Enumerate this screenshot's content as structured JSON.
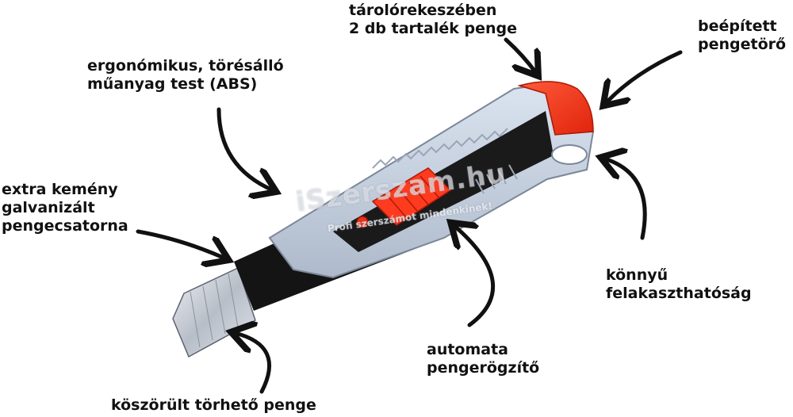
{
  "labels": {
    "storage": {
      "line1": "tárolórekeszében",
      "line2": "2 db tartalék penge"
    },
    "breaker": {
      "line1": "beépített",
      "line2": "pengetörő"
    },
    "body": {
      "line1": "ergonómikus, törésálló",
      "line2": "műanyag test (ABS)"
    },
    "channel": {
      "line1": "extra kemény",
      "line2": "galvanizált",
      "line3": "pengecsatorna"
    },
    "hanging": {
      "line1": "könnyű",
      "line2": "felakaszthatóság"
    },
    "lock": {
      "line1": "automata",
      "line2": "pengerögzítő"
    },
    "blade": {
      "line1": "köszörült törhető penge"
    }
  },
  "watermark": {
    "brand": "iSzerszam.hu",
    "slogan": "Profi szerszámot mindenkinek!"
  },
  "colors": {
    "handle": "#c9d4e4",
    "accent": "#ff3b1f",
    "dark": "#141414",
    "blade": "#c7ccd4",
    "text": "#111111"
  }
}
